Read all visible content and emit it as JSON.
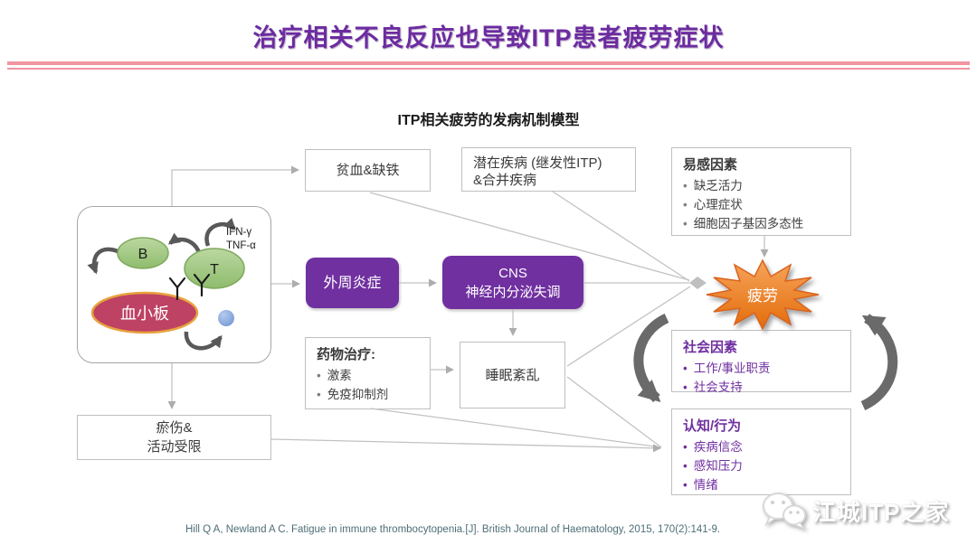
{
  "title": "治疗相关不良反应也导致ITP患者疲劳症状",
  "subtitle": "ITP相关疲劳的发病机制模型",
  "colors": {
    "accent_purple": "#7030A0",
    "divider_pink": "#F195A1",
    "starburst_orange": "#ED7D31",
    "cell_green": "#9BBB59",
    "platelet_crimson": "#BE4264",
    "platelet_ring_orange": "#E8A33D",
    "dot_blue": "#7C9FD6",
    "connector_gray": "#BFBFBF",
    "thick_arrow_gray": "#6a6a6a"
  },
  "cell_diagram": {
    "b_cell": "B",
    "t_cell": "T",
    "platelet": "血小板",
    "cytokine_line1": "IFN-γ",
    "cytokine_line2": "TNF-α"
  },
  "boxes": {
    "anemia": {
      "label": "贫血&缺铁"
    },
    "underlying": {
      "line1": "潜在疾病 (继发性ITP)",
      "line2": "&合并疾病"
    },
    "susceptibility": {
      "title": "易感因素",
      "items": [
        "缺乏活力",
        "心理症状",
        "细胞因子基因多态性"
      ]
    },
    "peripheral_inflammation": {
      "label": "外周炎症"
    },
    "cns": {
      "line1": "CNS",
      "line2": "神经内分泌失调"
    },
    "drug_therapy": {
      "title": "药物治疗:",
      "items": [
        "激素",
        "免疫抑制剂"
      ]
    },
    "sleep": {
      "label": "睡眠紊乱"
    },
    "fatigue": {
      "label": "疲劳"
    },
    "social": {
      "title": "社会因素",
      "items": [
        "工作/事业职责",
        "社会支持"
      ]
    },
    "cognition": {
      "title": "认知/行为",
      "items": [
        "疾病信念",
        "感知压力",
        "情绪"
      ]
    },
    "bruising": {
      "line1": "瘀伤&",
      "line2": "活动受限"
    }
  },
  "footer": {
    "citation": "Hill Q A, Newland A C. Fatigue in immune thrombocytopenia.[J]. British Journal of Haematology, 2015, 170(2):141-9."
  },
  "watermark": {
    "icon": "wechat-icon",
    "text": "江城ITP之家"
  }
}
